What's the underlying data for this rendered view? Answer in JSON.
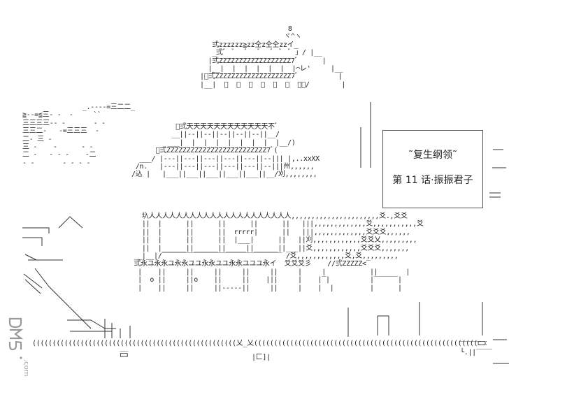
{
  "title_box": {
    "series_title": "˜复生纲领˜",
    "chapter_line": "第 11 话·振振君子"
  },
  "watermark": {
    "brand": "DM5",
    "domain": ".com",
    "color": "#9a9a9a"
  },
  "ascii_art": {
    "roof_peak": "                                                                        8\n                                                                       ヾ^ヽ\n                                                     弍zzzzzz≧zz仝z仝仝zzイ_\n                                                     _弍ﾞ  ﾞ   ﾞ   ﾞ   ﾞ  ﾞ  ﾞ 」/ |__\n                                                    |弍ZZZZZZZZZZZZZZZZZZ7ﾞ      |\n                                                    |__|  |  |  |  |  |  |⌒レ'     |__\n                                                  |ﾞ弍ZZZZZZZZZZZZZZZZZZZ7ﾞ          |\n                                                  |__|  ﾞ  ﾞ  ﾞ  ﾞ  ﾞ  ﾞ  ﾞ」/        |",
    "left_hills": "               _.--‐-=三二二_\n≧-‐=≦三‐ -  -     ``\n三三三三-‐ -       - -\n三三二-   -=三三三  -\n二- 三 -\n三 -    -      - -\n二 -   - - -    -二\n- -       - - - -",
    "middle_tier": "           ﾞ弍天天天天天天天天天天天天不ﾞ\n          __||‐‐||‐‐||‐‐||‐‐||‐‐||__/\n         ___|  |  |  |  |  |  |  |  |__/)\n      ﾞ弍ZZZZZZZZZZZZZZZZZZZZZZZZZ7ﾞ(\n  ___/ |‐‐‐||‐‐‐||‐‐‐||‐‐‐||‐‐‐||‐‐||| |,..xxXX\n /n.   |‐‐‐||‐‐‐||‐‐‐||‐‐‐||‐‐‐||‐‐|||州,,,,,,\n/込 |   |___||___||___||___||___||__/刈,,,,,,,,",
    "lower_hall": "    圦人人人人人人人人人人人人人人人人人人人人人,,,,,,,,,,,,,,,,,,,,,,爻.,爻爻\n    ||  |      ||      ||      ||      ||   |||,,,,,,,,,,,,,爻,,,,,,,,,,,爻\n    ||  |      ||      ||  rrrrr|      ||   |||,,,,,,,,,,,,,爻爻爻,,,,,,\n    ||  |      ||      ||  |___|      ||   ||刈,,,,,,,,,,,,爻爻乂,,,,,,,,,\n    ||  |______||______||_____||______||___||爻,,,,,,,,,,,,爻爻爻,,,,,,,\n  __|__|/‾‾‾‾‾‾‾‾‾‾‾‾‾‾‾‾‾‾‾‾‾‾‾‾‾‾‾‾‾‾ /爻,,,,,,,,,,,,爻,爻,,,,,,,,,\n  弍永ユ永永ユ永永ユユ永永ユユ永永ユユユ永イ  爻爻爻彡    //弍ZZZZZ<‾\n   |    ||     ||     ||     ||     ||     |     |           ||       |\n   |  o ||     ||o    ||     ||    |||     |    |‾|          |‾‾‾‾‾‾|\n   |    ||     ||     ||‐‐‐‐‐||     ||     |    |  |         |      |",
    "ground_rail": "(((((((((((((((((((((((((((((((((((((((((((((((((((乂_乂((((((((((((((((((((((((((((((((((((((((((((((((((((((((⊏⊐⊐⊐⊐((((((((((((((((((((((((((((((((((((((((((((((((((((((((((((((((((((((((((((((((((((((((((((((((((((((((((((((((((((((((((((((((((((((",
    "base_left": "  __\n  ⊏⊐",
    "base_center": "|匚]|",
    "base_right": "‾‾‾‾‾\n└.||‾‾‾‾"
  }
}
